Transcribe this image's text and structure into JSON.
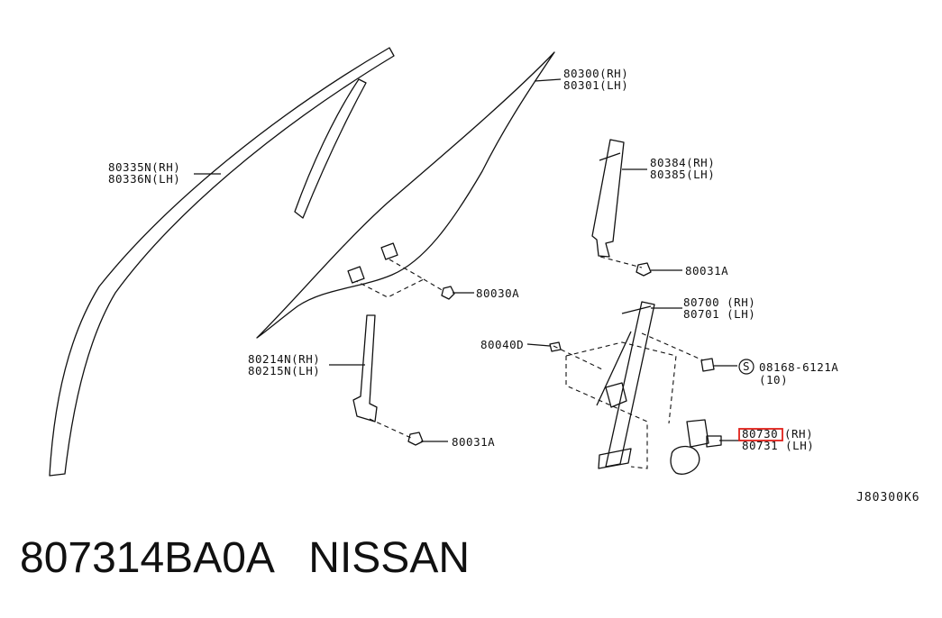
{
  "callouts": {
    "c80300": {
      "rh": "80300(RH)",
      "lh": "80301(LH)"
    },
    "c80335": {
      "rh": "80335N(RH)",
      "lh": "80336N(LH)"
    },
    "c80384": {
      "rh": "80384(RH)",
      "lh": "80385(LH)"
    },
    "c80031a_top": "80031A",
    "c80030a": "80030A",
    "c80700": {
      "rh": "80700 (RH)",
      "lh": "80701 (LH)"
    },
    "c80040d": "80040D",
    "c80214": {
      "rh": "80214N(RH)",
      "lh": "80215N(LH)"
    },
    "c08168": {
      "code": "08168-6121A",
      "qty": "(10)",
      "symbol": "S"
    },
    "c80730": {
      "rh_part": "80730",
      "rh_suffix": "(RH)",
      "lh": "80731 (LH)"
    },
    "c80031a_bottom": "80031A"
  },
  "diagram_code": "J80300K6",
  "caption": {
    "part_number": "807314BA0A",
    "brand": "NISSAN"
  },
  "highlight_color": "#e0201a"
}
